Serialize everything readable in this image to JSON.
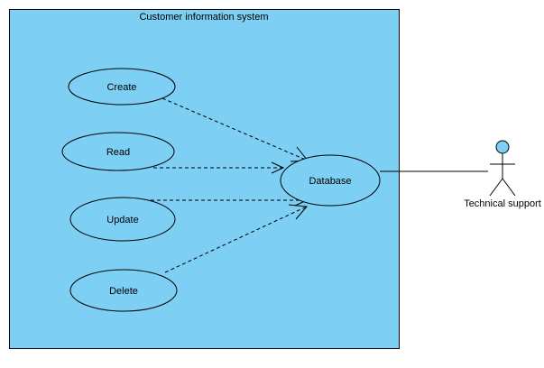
{
  "system": {
    "title": "Customer information system"
  },
  "use_cases": {
    "create": "Create",
    "read": "Read",
    "update": "Update",
    "delete": "Delete",
    "database": "Database"
  },
  "actor": {
    "name": "Technical support"
  },
  "colors": {
    "fill": "#7DCFF4",
    "stroke": "#000000"
  }
}
